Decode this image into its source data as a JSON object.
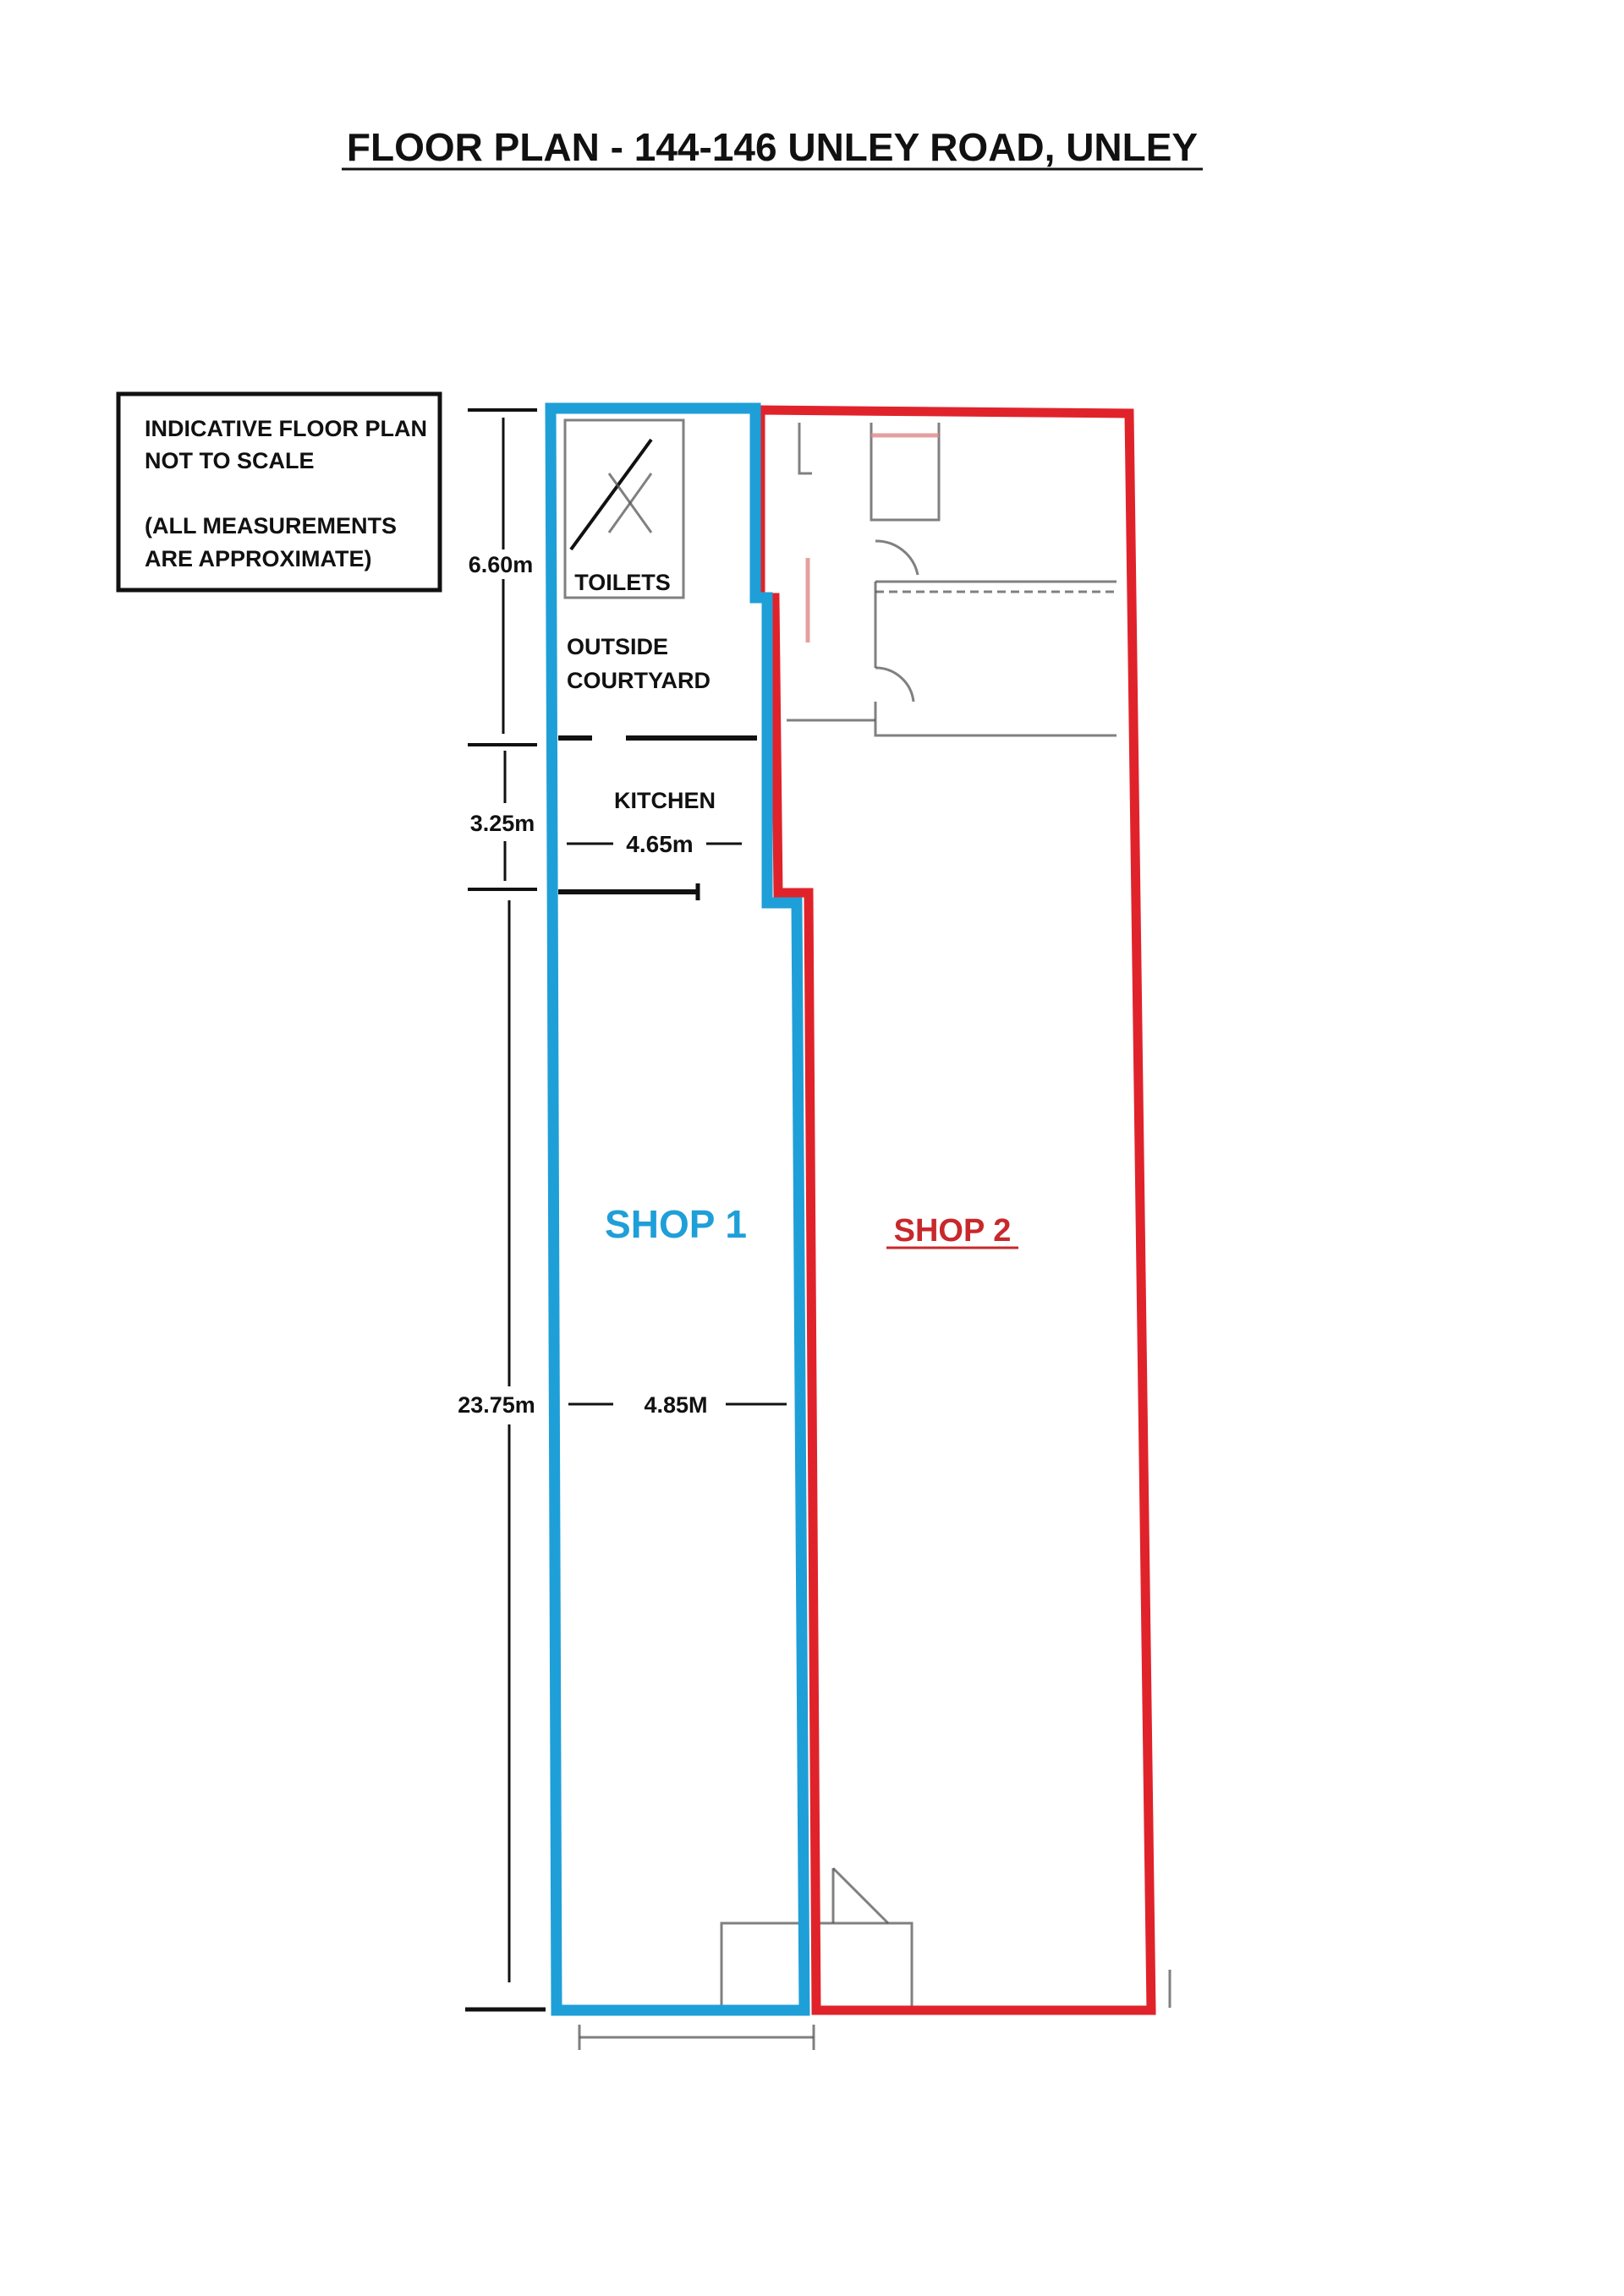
{
  "title": "FLOOR PLAN - 144-146 UNLEY ROAD, UNLEY",
  "note": {
    "line1": "INDICATIVE FLOOR PLAN",
    "line2": "NOT TO SCALE",
    "line3": "(ALL MEASUREMENTS",
    "line4": "ARE APPROXIMATE)"
  },
  "rooms": {
    "toilets": "TOILETS",
    "courtyard_1": "OUTSIDE",
    "courtyard_2": "COURTYARD",
    "kitchen": "KITCHEN",
    "shop1": "SHOP 1",
    "shop2": "SHOP 2"
  },
  "dimensions": {
    "courtyard_depth": "6.60m",
    "kitchen_depth": "3.25m",
    "kitchen_width": "4.65m",
    "shop_depth": "23.75m",
    "shop_width": "4.85M"
  },
  "colors": {
    "shop1": "#1f9fd8",
    "shop2": "#e0232b",
    "shop2_label": "#c8282c"
  }
}
